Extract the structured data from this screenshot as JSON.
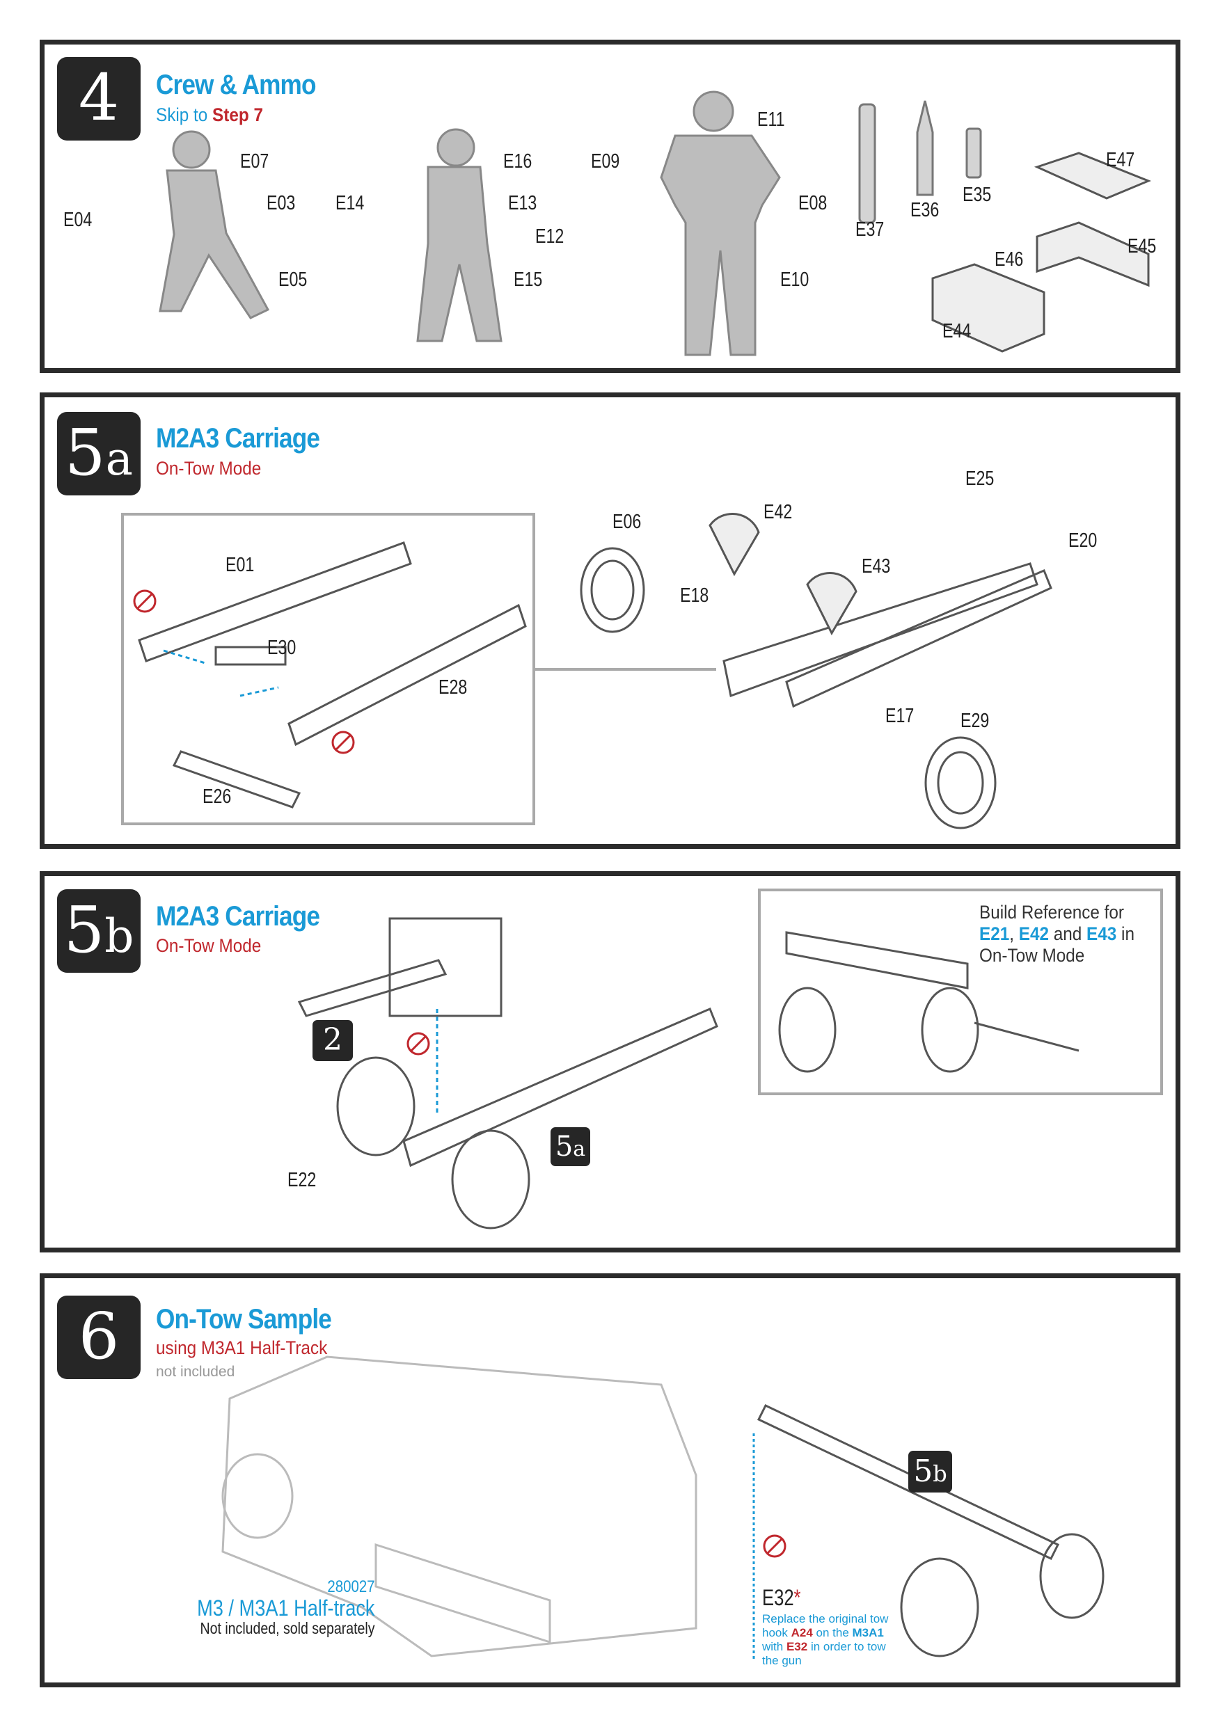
{
  "step4": {
    "number": "4",
    "title": "Crew & Ammo",
    "subtitle_prefix": "Skip to ",
    "subtitle_link": "Step 7",
    "parts": [
      "E07",
      "E03",
      "E04",
      "E05",
      "E16",
      "E14",
      "E13",
      "E12",
      "E15",
      "E09",
      "E11",
      "E08",
      "E10",
      "E37",
      "E36",
      "E35",
      "E47",
      "E46",
      "E45",
      "E44"
    ]
  },
  "step5a": {
    "number": "5",
    "suffix": "a",
    "title": "M2A3 Carriage",
    "subtitle": "On-Tow Mode",
    "parts": [
      "E01",
      "E30",
      "E28",
      "E26",
      "E06",
      "E42",
      "E18",
      "E43",
      "E25",
      "E20",
      "E17",
      "E29"
    ]
  },
  "step5b": {
    "number": "5",
    "suffix": "b",
    "title": "M2A3 Carriage",
    "subtitle": "On-Tow Mode",
    "parts": [
      "E22"
    ],
    "ref_badge_2": "2",
    "ref_badge_5a_num": "5",
    "ref_badge_5a_suf": "a",
    "reference": {
      "line1": "Build Reference for",
      "p1": "E21",
      "sep1": ", ",
      "p2": "E42",
      "sep2": " and ",
      "p3": "E43",
      "tail": " in",
      "line3": "On-Tow Mode"
    }
  },
  "step6": {
    "number": "6",
    "title": "On-Tow Sample",
    "subtitle": "using M3A1 Half-Track",
    "note": "not included",
    "kit_number": "280027",
    "kit_name": "M3 / M3A1 Half-track",
    "kit_note": "Not included, sold separately",
    "badge_num": "5",
    "badge_suf": "b",
    "part": "E32",
    "asterisk": "*",
    "instr": {
      "t1": "Replace the original tow hook ",
      "a24": "A24",
      "t2": " on the ",
      "m3a1": "M3A1",
      "t3": " with ",
      "e32": "E32",
      "t4": " in order to tow the gun"
    }
  },
  "colors": {
    "accent": "#1a9ad6",
    "warning": "#c0272d",
    "badge": "#262626"
  }
}
